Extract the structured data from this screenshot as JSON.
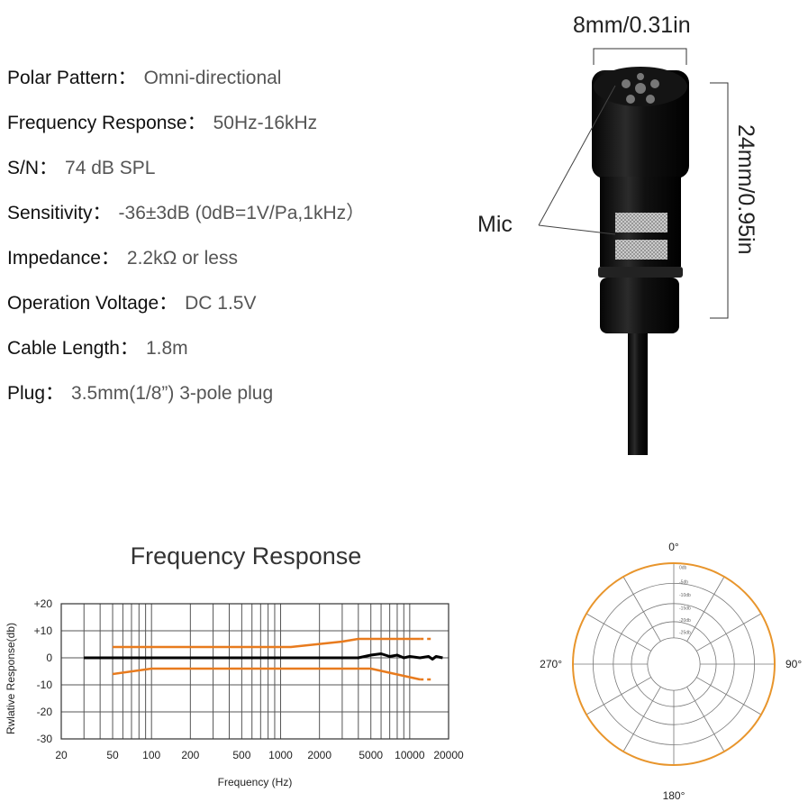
{
  "specs": [
    {
      "label": "Polar Pattern：",
      "value": "Omni-directional"
    },
    {
      "label": "Frequency Response：",
      "value": "50Hz-16kHz"
    },
    {
      "label": "S/N：",
      "value": "74 dB SPL"
    },
    {
      "label": "Sensitivity：",
      "value": "-36±3dB (0dB=1V/Pa,1kHz）"
    },
    {
      "label": "Impedance：",
      "value": "2.2kΩ or less"
    },
    {
      "label": "Operation Voltage：",
      "value": "DC 1.5V"
    },
    {
      "label": "Cable Length：",
      "value": "1.8m"
    },
    {
      "label": "Plug：",
      "value": "3.5mm(1/8”) 3-pole plug"
    }
  ],
  "mic": {
    "width_label": "8mm/0.31in",
    "height_label": "24mm/0.95in",
    "callout": "Mic"
  },
  "chart_data": {
    "type": "line",
    "title": "Frequency Response",
    "xlabel": "Frequency (Hz)",
    "ylabel": "Rwlative Response(db)",
    "x_scale": "log",
    "xlim": [
      20,
      20000
    ],
    "ylim": [
      -30,
      20
    ],
    "x_ticks": [
      20,
      50,
      100,
      200,
      500,
      1000,
      2000,
      5000,
      10000,
      20000
    ],
    "y_ticks": [
      "+20",
      "+10",
      "0",
      "-10",
      "-20",
      "-30"
    ],
    "y_tick_values": [
      20,
      10,
      0,
      -10,
      -20,
      -30
    ],
    "grid": true,
    "series": [
      {
        "color": "#000000",
        "points": [
          [
            30,
            0
          ],
          [
            100,
            0
          ],
          [
            500,
            0
          ],
          [
            1000,
            0
          ],
          [
            2000,
            0
          ],
          [
            4000,
            0
          ],
          [
            5000,
            1
          ],
          [
            6000,
            1.5
          ],
          [
            7000,
            0.5
          ],
          [
            8000,
            1
          ],
          [
            9000,
            0
          ],
          [
            10000,
            0.5
          ],
          [
            12000,
            0
          ],
          [
            14000,
            0.5
          ],
          [
            15000,
            -0.5
          ],
          [
            16000,
            0.5
          ],
          [
            18000,
            0
          ]
        ]
      },
      {
        "color": "#e87b1e",
        "points": [
          [
            50,
            4
          ],
          [
            900,
            4
          ],
          [
            1200,
            4
          ],
          [
            3000,
            6
          ],
          [
            4000,
            7
          ],
          [
            12000,
            7
          ]
        ]
      },
      {
        "color": "#e87b1e",
        "points": [
          [
            50,
            -6
          ],
          [
            100,
            -4
          ],
          [
            900,
            -4
          ],
          [
            1200,
            -4
          ],
          [
            5000,
            -4
          ],
          [
            12000,
            -8
          ]
        ]
      }
    ]
  },
  "polar": {
    "labels": {
      "top": "0°",
      "right": "90°",
      "bottom": "180°",
      "left": "270°"
    },
    "ring_labels": [
      "0db",
      "-5db",
      "-10db",
      "-15db",
      "-20db",
      "-25db"
    ],
    "pattern_color": "#e8952c"
  }
}
